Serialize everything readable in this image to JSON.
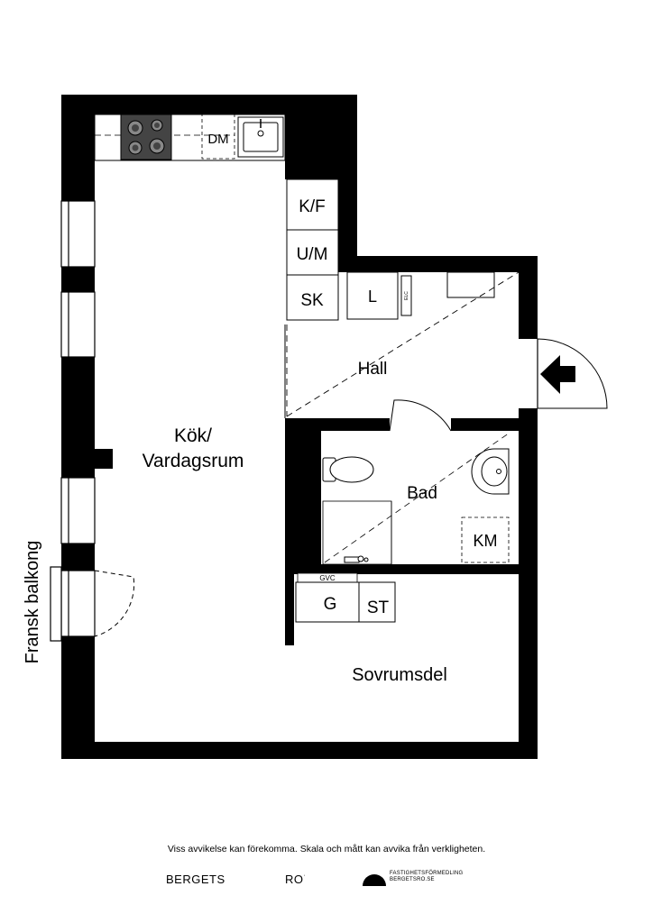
{
  "rooms": {
    "kitchen_living_line1": "Kök/",
    "kitchen_living_line2": "Vardagsrum",
    "hall": "Hall",
    "bath": "Bad",
    "bedroom": "Sovrumsdel",
    "balcony": "Fransk balkong"
  },
  "fixtures": {
    "dishwasher": "DM",
    "fridge_freezer": "K/F",
    "micro_oven": "U/M",
    "cabinet_kitchen": "SK",
    "linen_cabinet": "L",
    "electrical_box": "ELC",
    "washing_machine": "KM",
    "wardrobe": "G",
    "storage": "ST",
    "water_heater": "GVC"
  },
  "footer": {
    "disclaimer": "Viss avvikelse kan förekomma. Skala och mått kan avvika från verkligheten.",
    "brand_left": "BERGETS",
    "brand_right": "RO",
    "agency_line1": "FASTIGHETSFÖRMEDLING",
    "agency_line2": "BERGETSRO.SE"
  }
}
